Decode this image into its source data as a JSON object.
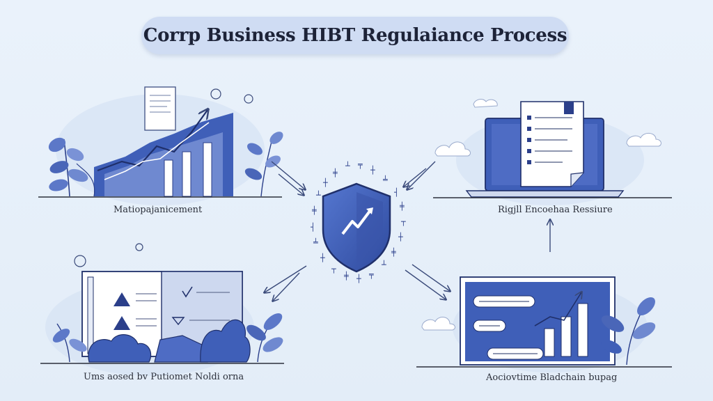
{
  "title": "Corrp Business HIBT Regulaiance Process",
  "captions": {
    "top_left": "Matiopajanicement",
    "top_right": "Rigjll Encoehaa Ressiure",
    "bottom_left": "Ums aosed bv Putiomet Noldi orna",
    "bottom_right": "Aociovtime Bladchain bupag"
  },
  "colors": {
    "background": "#e6eff9",
    "accent": "#3f5fb8",
    "accent_dark": "#2b3f8a",
    "accent_light": "#8fa6dc",
    "title_pill": "#cfdcf3"
  },
  "icons": [
    "shield-icon",
    "growth-chart-icon",
    "document-icon",
    "laptop-icon",
    "book-icon",
    "monitor-icon",
    "plant-icon"
  ]
}
